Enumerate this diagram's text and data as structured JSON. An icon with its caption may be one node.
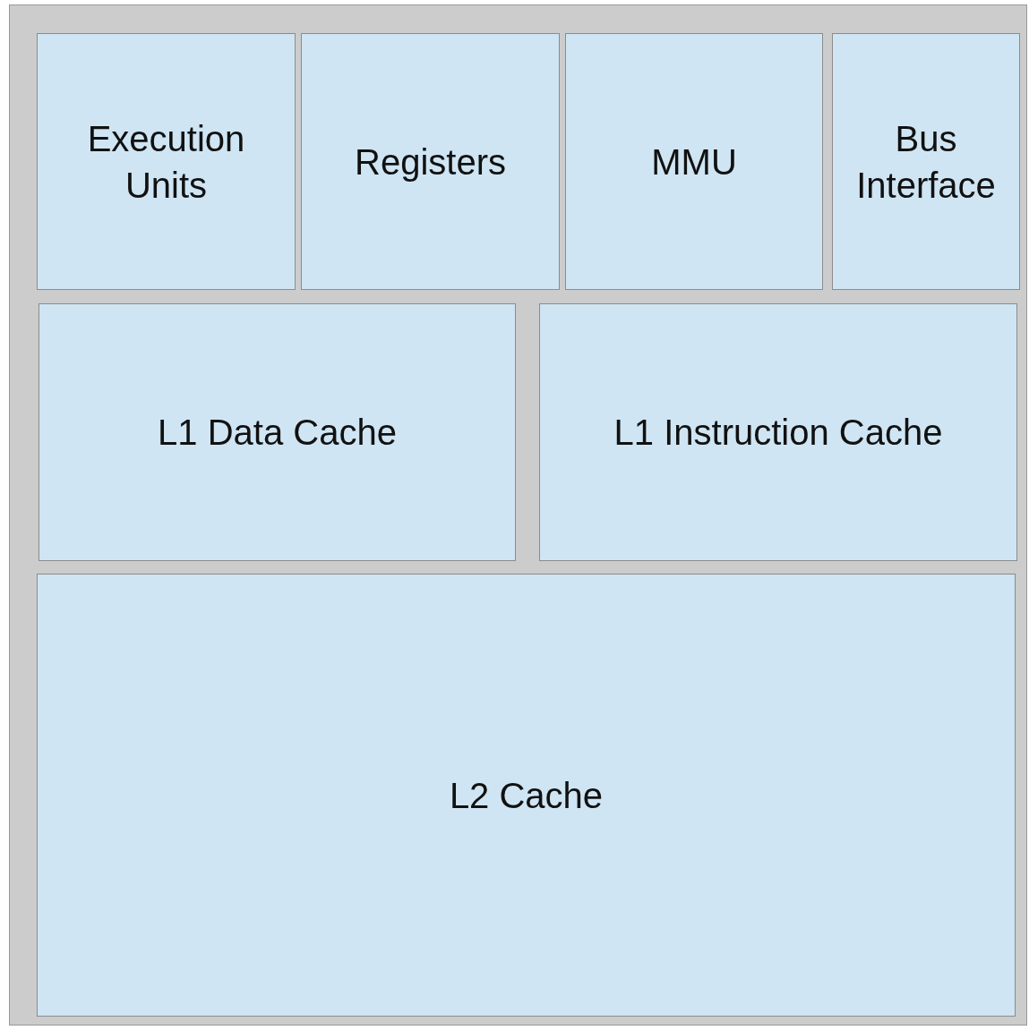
{
  "diagram": {
    "nodes": [
      {
        "text": [
          "Execution Units"
        ]
      },
      {
        "text": [
          "Registers"
        ]
      },
      {
        "text": [
          "MMU"
        ]
      },
      {
        "text": [
          "Bus Interface"
        ]
      },
      {
        "text": [
          "L1 Data Cache"
        ]
      },
      {
        "text": [
          "L1 Instruction Cache"
        ]
      },
      {
        "text": [
          "L2 Cache"
        ]
      }
    ]
  }
}
